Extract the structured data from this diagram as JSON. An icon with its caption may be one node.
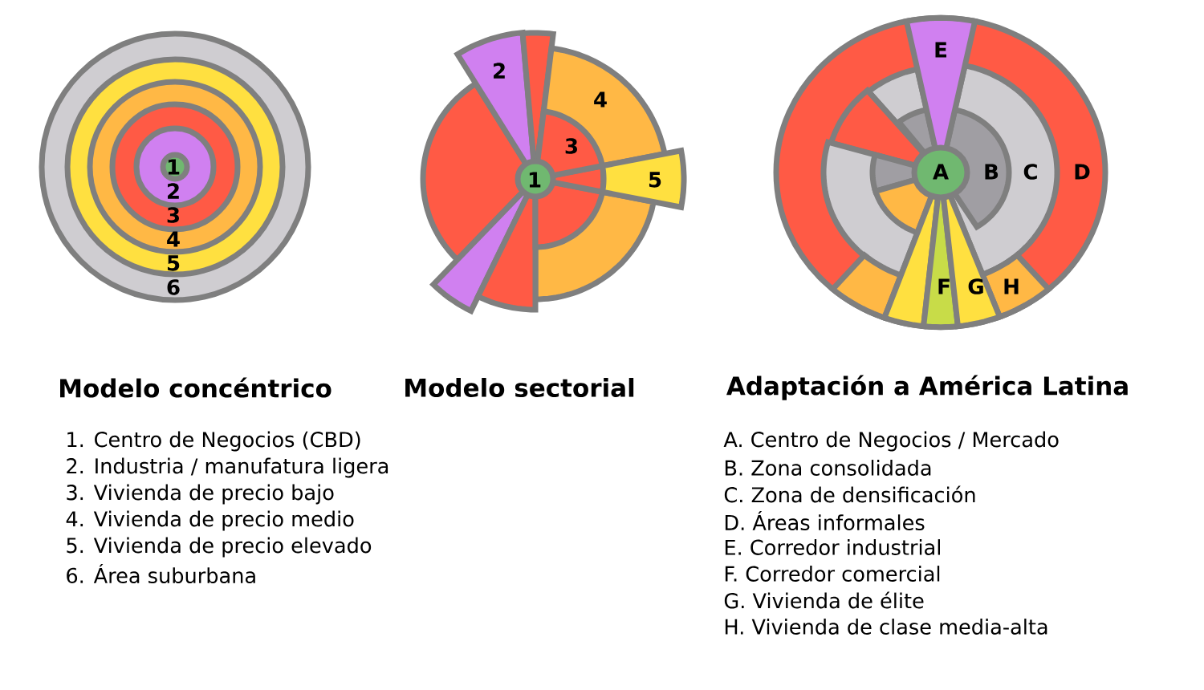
{
  "diagram": {
    "labels": [
      "1",
      "2",
      "3",
      "4",
      "5",
      "6",
      "2",
      "4",
      "3",
      "1",
      "5",
      "E",
      "A",
      "B",
      "C",
      "D",
      "F",
      "G",
      "H",
      "Modelo concéntrico",
      "Modelo sectorial",
      "Adaptación a América Latina",
      "1. Centro de Negocios (CBD)",
      "2. Industria / manufatura ligera",
      "3. Vivienda de precio bajo",
      "4. Vivienda de precio medio",
      "5. Vivienda de precio elevado",
      "6. Área suburbana",
      "A. Centro de Negocios / Mercado",
      "B. Zona consolidada",
      "C. Zona de densificación",
      "D. Áreas informales",
      "E. Corredor industrial",
      "F. Corredor comercial",
      "G. Vivienda de élite",
      "H. Vivienda de clase media-alta"
    ]
  }
}
